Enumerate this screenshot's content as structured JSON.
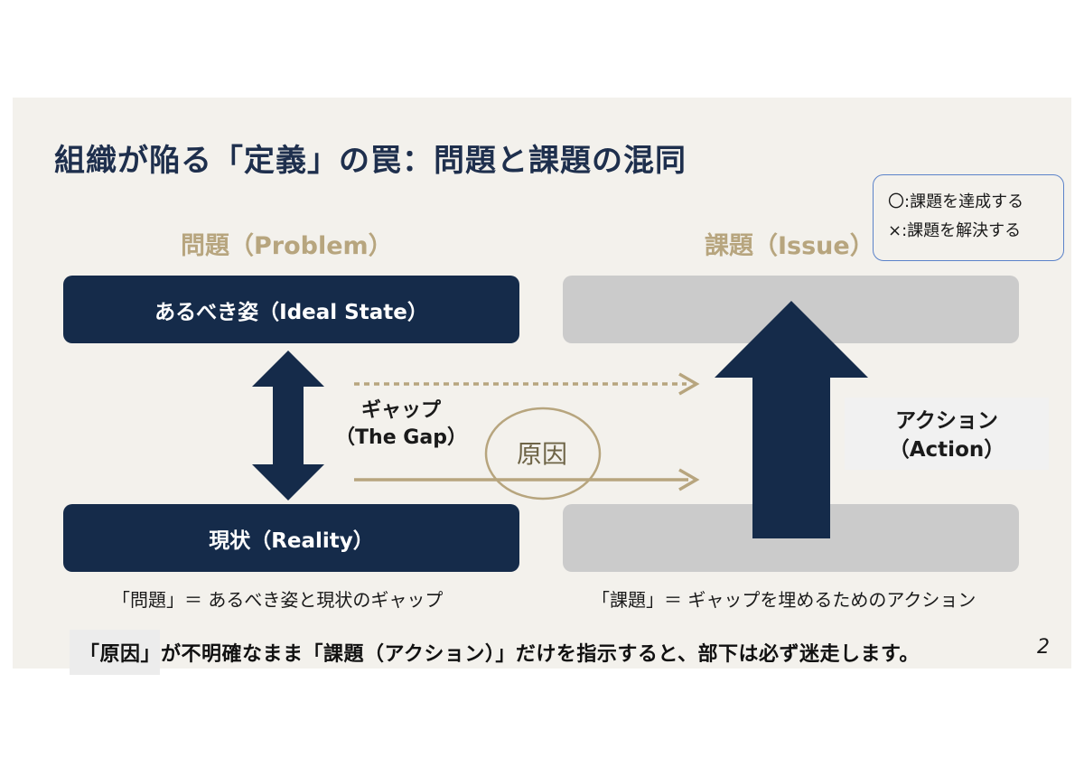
{
  "title": "組織が陥る「定義」の罠：問題と課題の混同",
  "legend": {
    "correct": "〇:課題を達成する",
    "wrong": "×:課題を解決する"
  },
  "problem": {
    "heading": "問題（Problem）",
    "ideal": "あるべき姿（Ideal State）",
    "reality": "現状（Reality）",
    "caption": "「問題」＝ あるべき姿と現状のギャップ"
  },
  "gap": {
    "line1": "ギャップ",
    "line2": "（The Gap）"
  },
  "cause": "原因",
  "issue": {
    "heading": "課題（Issue）",
    "caption": "「課題」＝ ギャップを埋めるためのアクション"
  },
  "action": {
    "line1": "アクション",
    "line2": "（Action）"
  },
  "bottom_message": "「原因」が不明確なまま「課題（アクション）」だけを指示すると、部下は必ず迷走します。",
  "page_number": "2",
  "colors": {
    "navy": "#152b4a",
    "gold": "#b7a57e",
    "grey": "#cbcbcb",
    "background": "#f3f1ec"
  }
}
